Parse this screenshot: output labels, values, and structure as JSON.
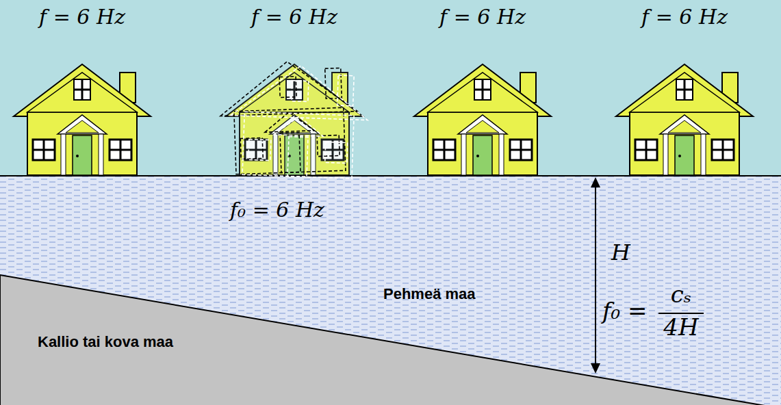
{
  "diagram": {
    "labels": [
      "f = 6 Hz",
      "f = 6 Hz",
      "f = 6 Hz",
      "f = 6 Hz",
      "f₀ = 6 Hz",
      "H",
      "f₀ =",
      "cₛ",
      "4H",
      "Pehmeä maa",
      "Kallio tai kova maa"
    ]
  }
}
